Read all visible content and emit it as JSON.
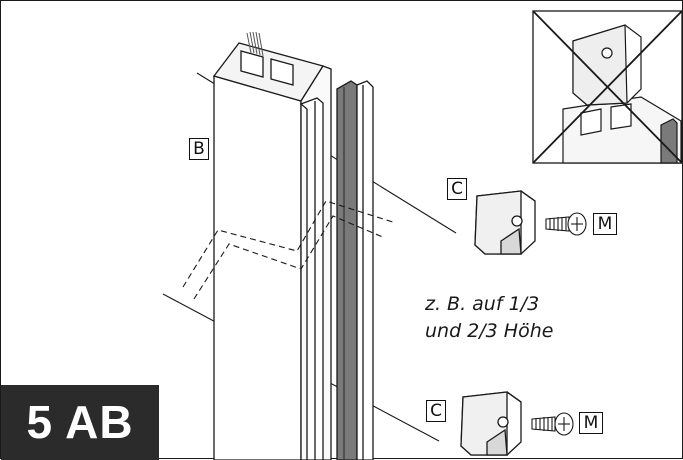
{
  "step": {
    "label": "5 AB"
  },
  "labels": {
    "profile": "B",
    "cap_upper": "C",
    "cap_lower": "C",
    "screw_upper": "M",
    "screw_lower": "M"
  },
  "note": {
    "line1": "z. B. auf 1/3",
    "line2": "und 2/3 Höhe"
  },
  "colors": {
    "line": "#1a1a1a",
    "badge": "#2b2b2b",
    "seal": "#7a7a7a"
  },
  "icons": [
    "profile-drawing",
    "end-cap-icon",
    "screw-icon",
    "crossed-out-inset-icon"
  ]
}
